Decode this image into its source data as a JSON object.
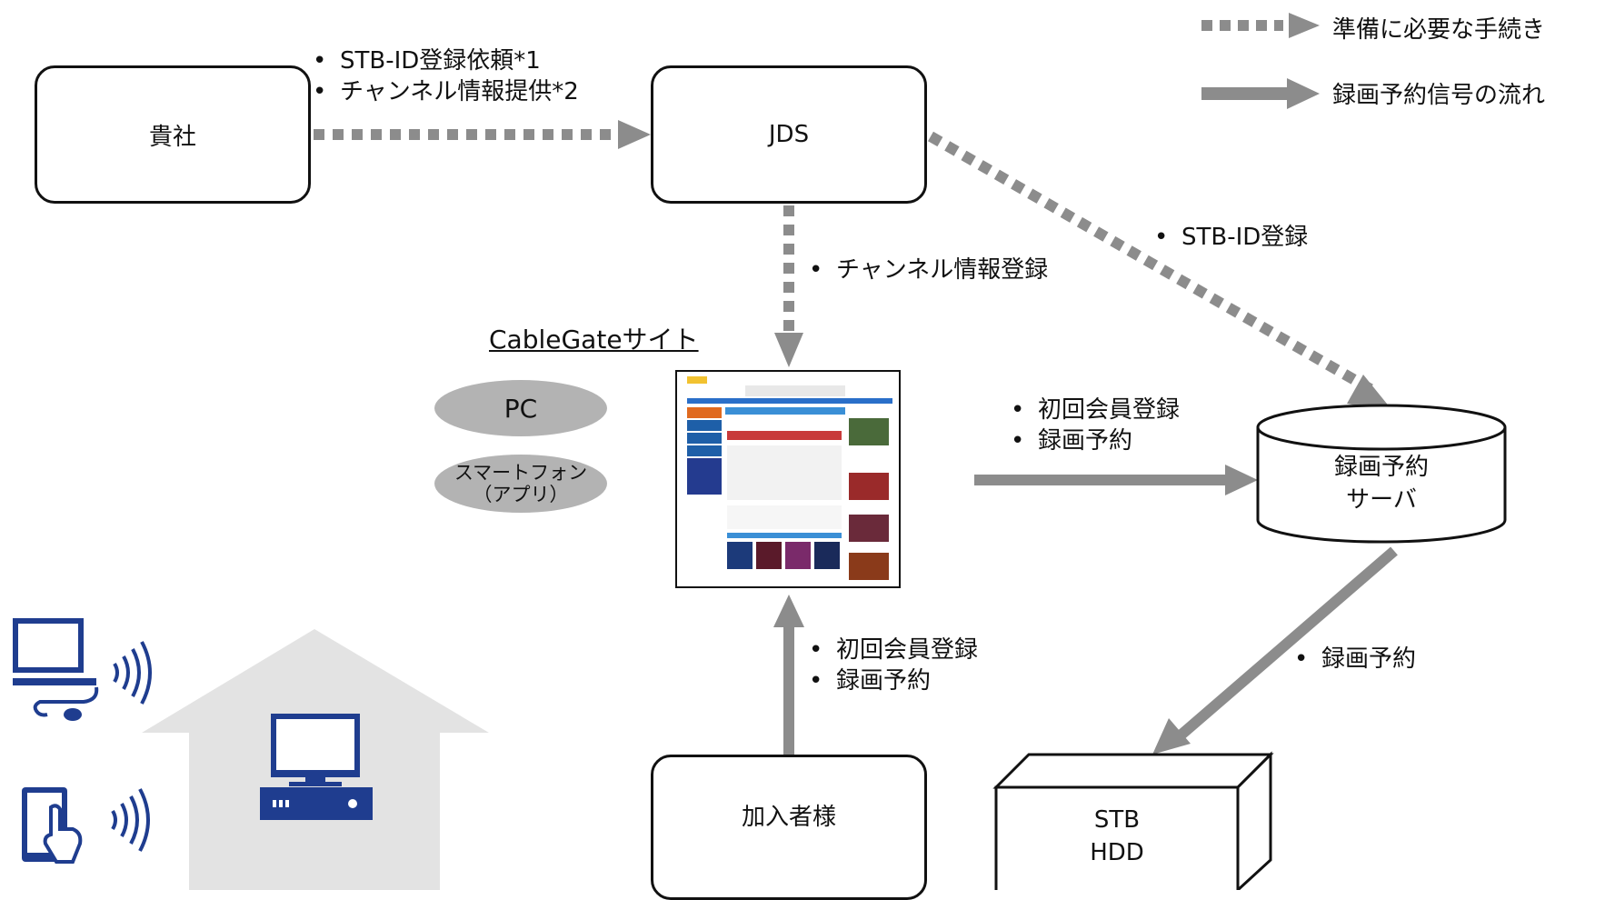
{
  "legend": {
    "items": [
      {
        "style": "dashed",
        "label": "準備に必要な手続き"
      },
      {
        "style": "solid",
        "label": "録画予約信号の流れ"
      }
    ]
  },
  "nodes": {
    "company": "貴社",
    "jds": "JDS",
    "subscriber": "加入者様",
    "server_line1": "録画予約",
    "server_line2": "サーバ",
    "stb_line1": "STB",
    "stb_line2": "HDD"
  },
  "site": {
    "title": "CableGateサイト",
    "pc_label": "PC",
    "smartphone_line1": "スマートフォン",
    "smartphone_line2": "（アプリ）"
  },
  "flows": {
    "company_to_jds": [
      "STB-ID登録依頼*1",
      "チャンネル情報提供*2"
    ],
    "jds_to_site": [
      "チャンネル情報登録"
    ],
    "jds_to_server": [
      "STB-ID登録"
    ],
    "site_to_server": [
      "初回会員登録",
      "録画予約"
    ],
    "subscriber_to_site": [
      "初回会員登録",
      "録画予約"
    ],
    "server_to_stb": [
      "録画予約"
    ]
  },
  "colors": {
    "arrow": "#8c8c8c",
    "pill": "#b3b3b3",
    "house": "#e3e3e3",
    "device": "#1f3d8f"
  }
}
